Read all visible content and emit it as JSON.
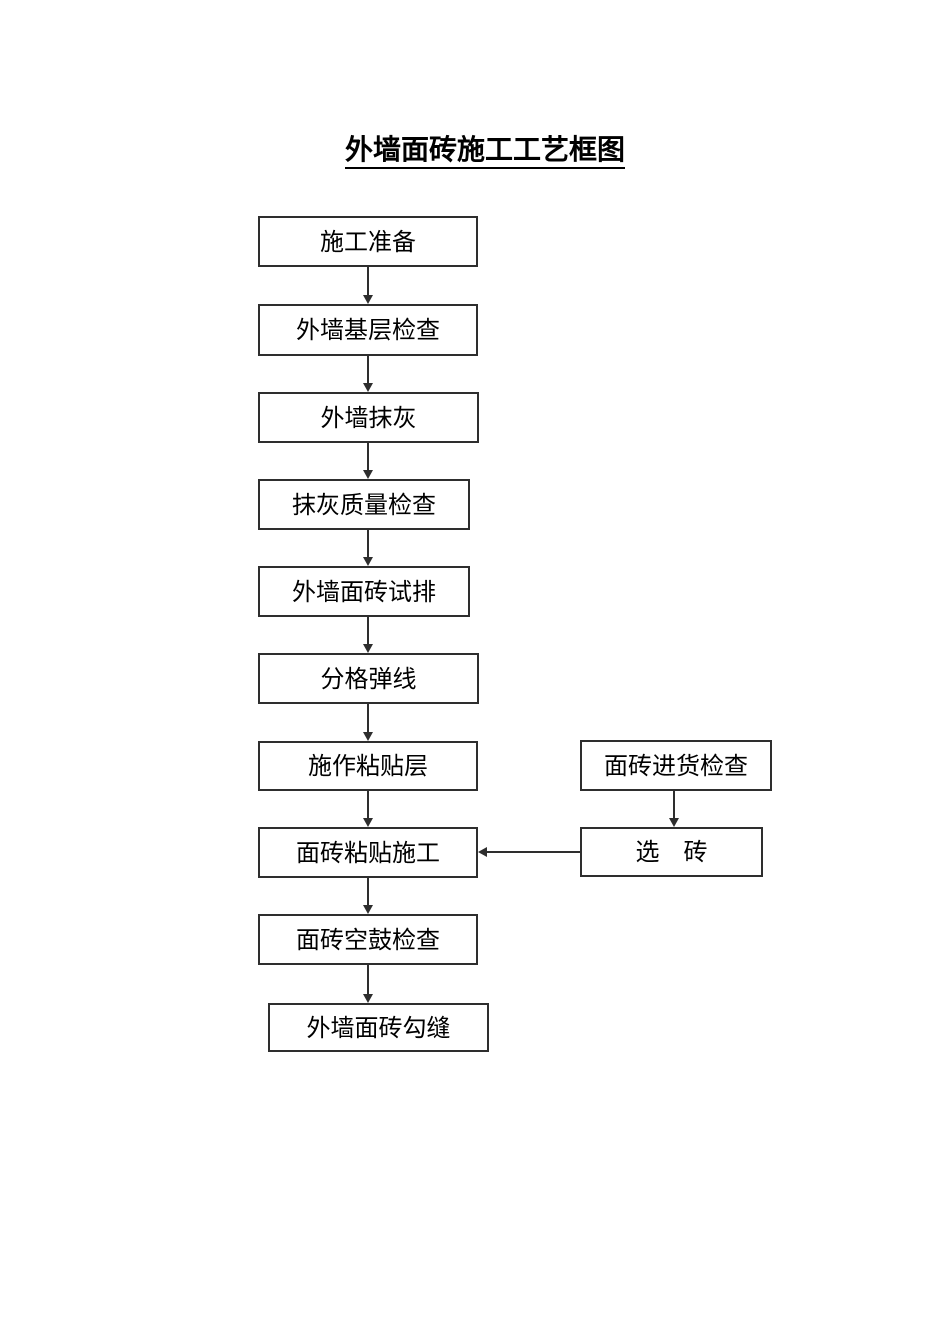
{
  "page": {
    "title": "外墙面砖施工工艺框图"
  },
  "flowchart": {
    "main_nodes": [
      {
        "label": "施工准备"
      },
      {
        "label": "外墙基层检查"
      },
      {
        "label": "外墙抹灰"
      },
      {
        "label": "抹灰质量检查"
      },
      {
        "label": "外墙面砖试排"
      },
      {
        "label": "分格弹线"
      },
      {
        "label": "施作粘贴层"
      },
      {
        "label": "面砖粘贴施工"
      },
      {
        "label": "面砖空鼓检查"
      },
      {
        "label": "外墙面砖勾缝"
      }
    ],
    "side_nodes": [
      {
        "label": "面砖进货检查"
      },
      {
        "label": "选　砖"
      }
    ],
    "colors": {
      "line": "#2e2e2e",
      "text": "#000000",
      "background": "#ffffff"
    }
  }
}
